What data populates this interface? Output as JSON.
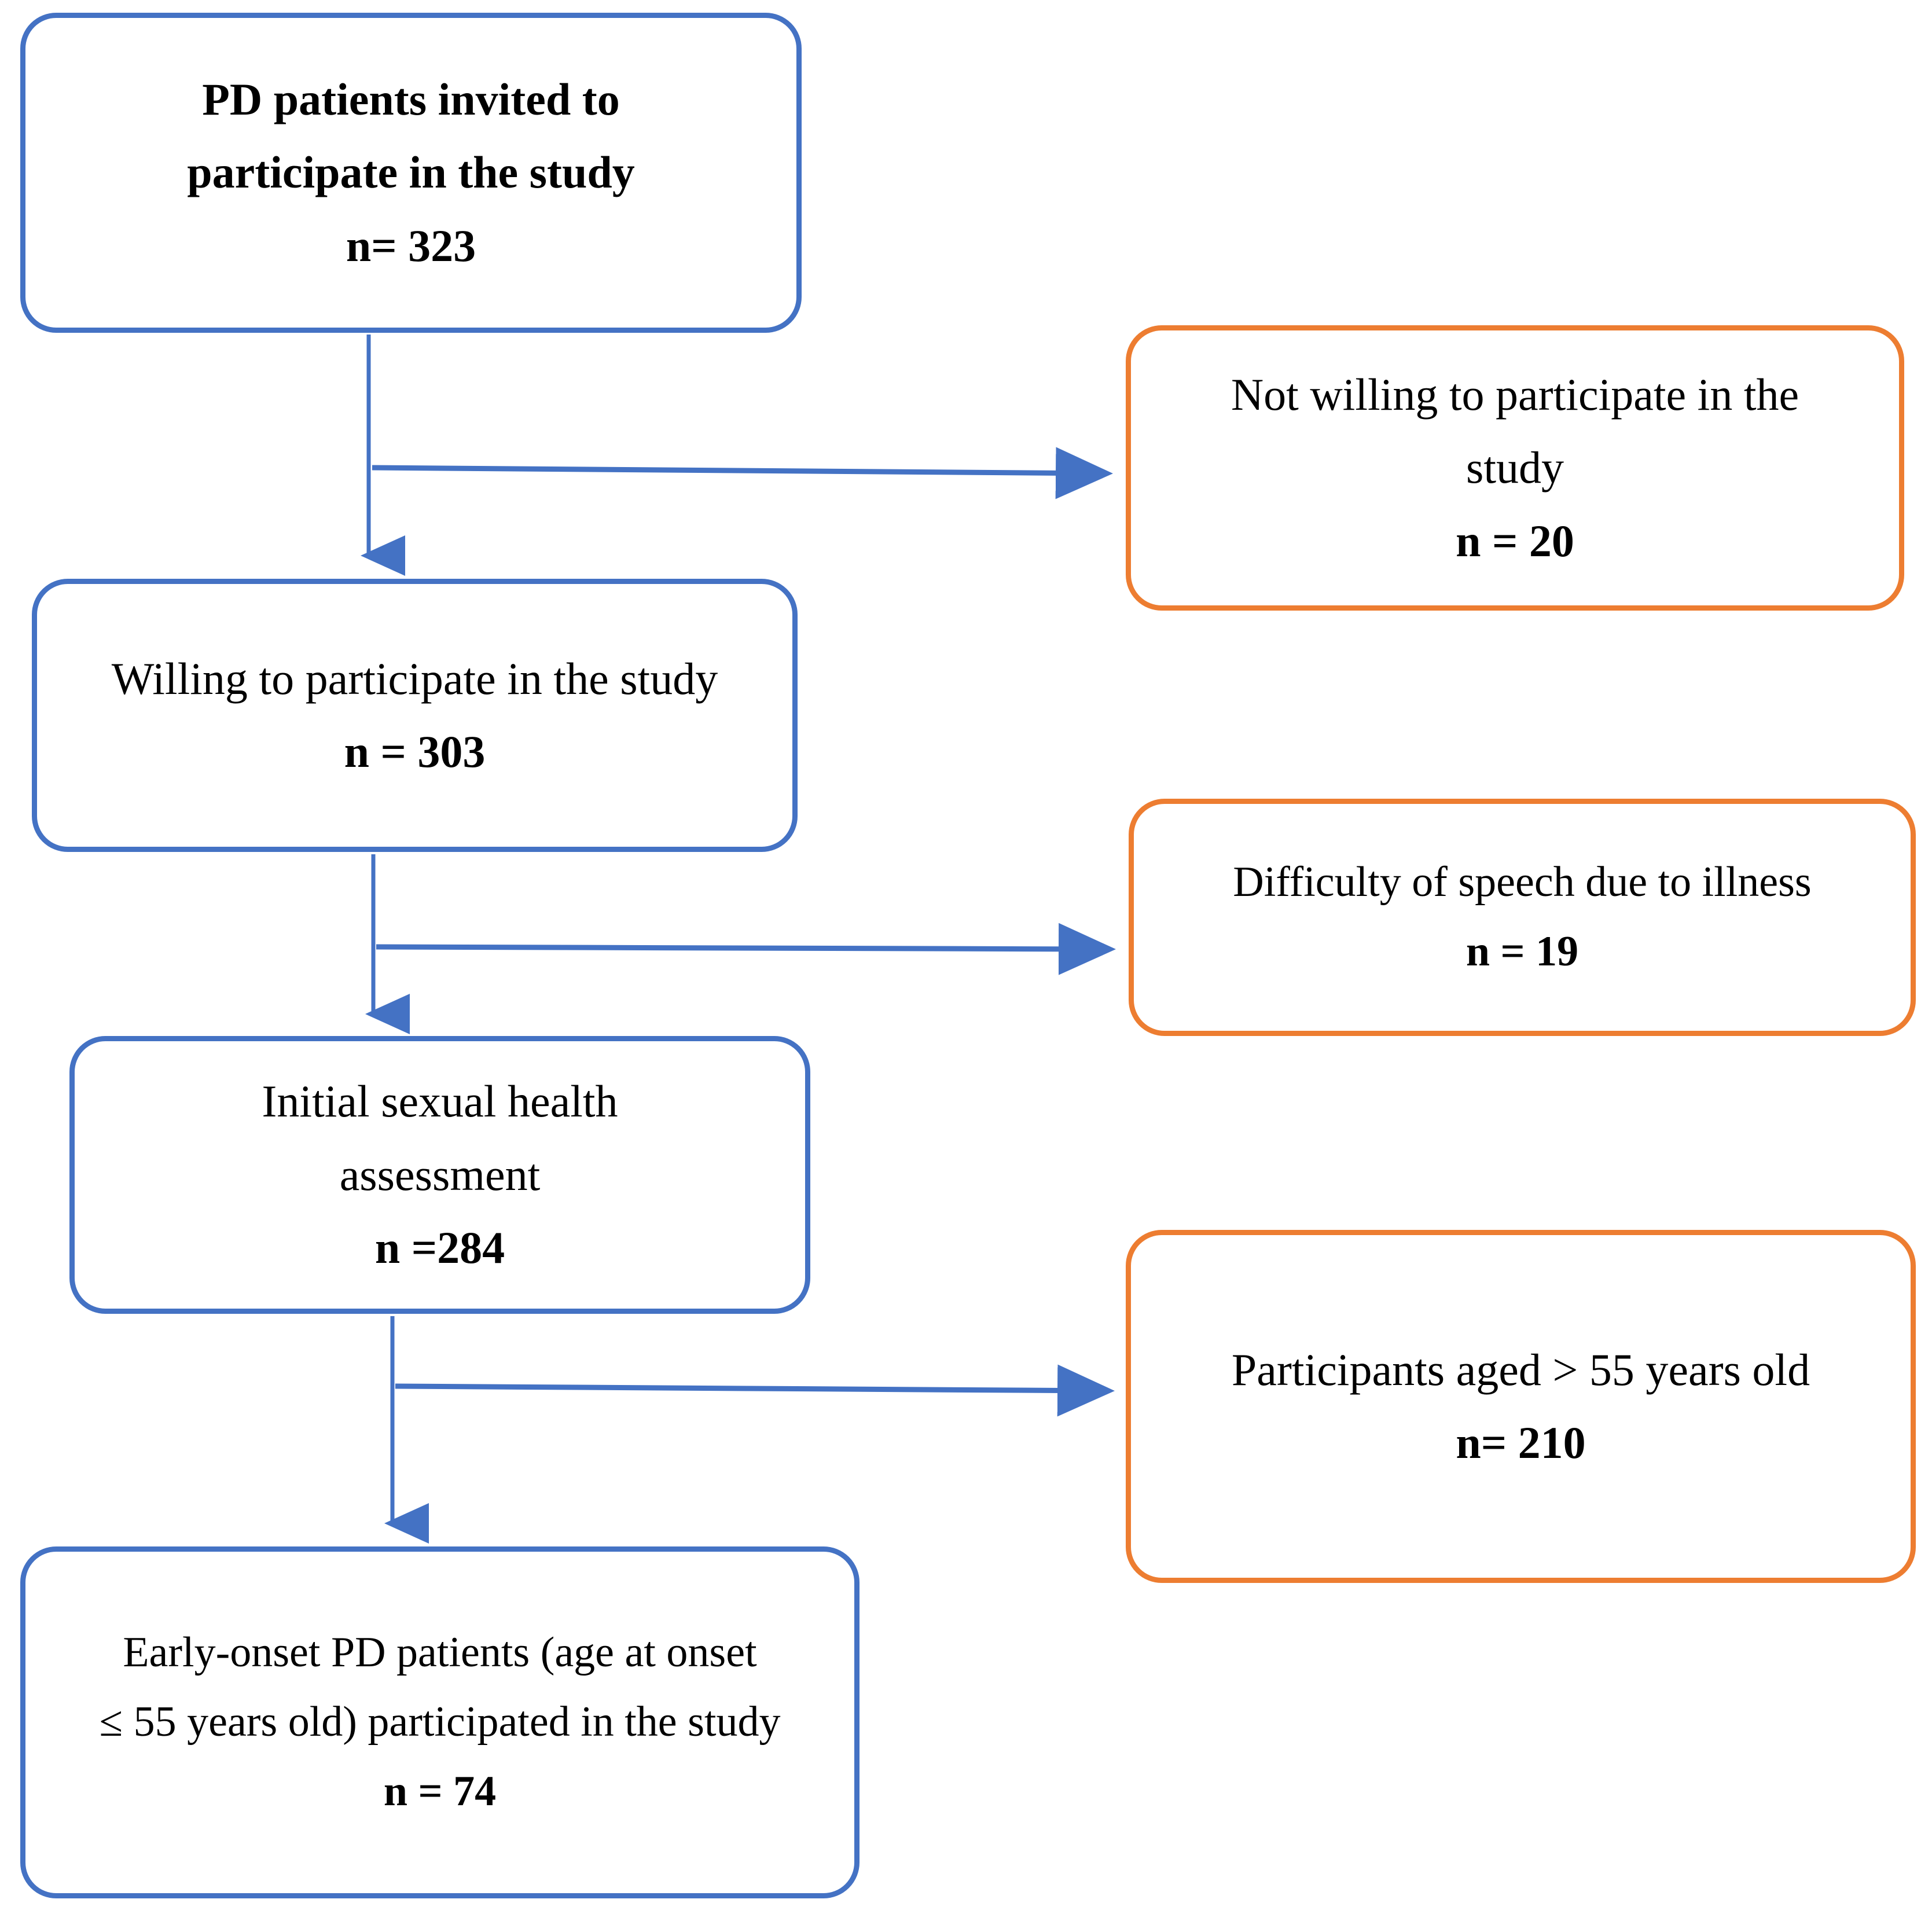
{
  "figure": {
    "type": "flowchart",
    "title": "Participant recruitment flow diagram",
    "colors": {
      "included_box_border": "#4472c4",
      "excluded_box_border": "#ed7d31",
      "connector": "#4472c4",
      "text": "#000000",
      "background": "#ffffff"
    }
  },
  "nodes": {
    "invited": {
      "kind": "included",
      "lines": [
        "PD patients invited to",
        "participate in the study",
        "n= 323"
      ],
      "bold": [
        true,
        true,
        true
      ],
      "count": 323
    },
    "not_willing": {
      "kind": "excluded",
      "lines": [
        "Not willing to participate in the",
        "study",
        "n = 20"
      ],
      "bold": [
        false,
        false,
        true
      ],
      "count": 20
    },
    "willing": {
      "kind": "included",
      "lines": [
        "Willing to participate in the study",
        "n = 303"
      ],
      "bold": [
        false,
        true
      ],
      "count": 303
    },
    "speech_difficulty": {
      "kind": "excluded",
      "lines": [
        "Difficulty of speech due to illness",
        "n = 19"
      ],
      "bold": [
        false,
        true
      ],
      "count": 19
    },
    "assessment": {
      "kind": "included",
      "lines": [
        "Initial sexual health",
        "assessment",
        "n =284"
      ],
      "bold": [
        false,
        false,
        true
      ],
      "count": 284
    },
    "aged_over_55": {
      "kind": "excluded",
      "lines": [
        "Participants aged > 55 years old",
        "n= 210"
      ],
      "bold": [
        false,
        true
      ],
      "count": 210
    },
    "early_onset": {
      "kind": "included",
      "lines": [
        "Early-onset PD patients (age at onset",
        "≤ 55 years old) participated in the study",
        "n = 74"
      ],
      "bold": [
        false,
        false,
        true
      ],
      "count": 74
    }
  },
  "edges": [
    {
      "from": "invited",
      "to": "willing",
      "direction": "down"
    },
    {
      "from": "invited",
      "to": "not_willing",
      "direction": "right"
    },
    {
      "from": "willing",
      "to": "assessment",
      "direction": "down"
    },
    {
      "from": "willing",
      "to": "speech_difficulty",
      "direction": "right"
    },
    {
      "from": "assessment",
      "to": "early_onset",
      "direction": "down"
    },
    {
      "from": "assessment",
      "to": "aged_over_55",
      "direction": "right"
    }
  ]
}
